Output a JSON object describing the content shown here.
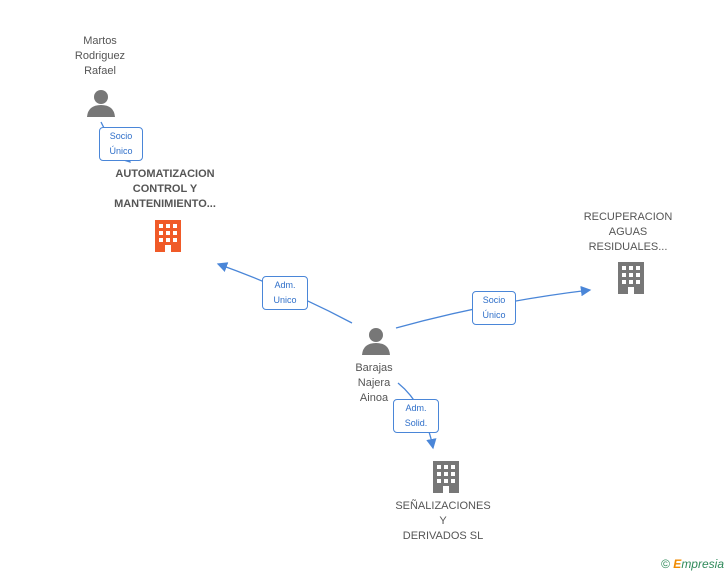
{
  "nodes": {
    "martos": {
      "lines": [
        "Martos",
        "Rodriguez",
        "Rafael"
      ],
      "icon": "person-icon"
    },
    "automatizacion": {
      "lines": [
        "AUTOMATIZACION",
        "CONTROL Y",
        "MANTENIMIENTO..."
      ],
      "icon": "building-icon",
      "color": "#f05a28"
    },
    "recuperacion": {
      "lines": [
        "RECUPERACION",
        "AGUAS",
        "RESIDUALES..."
      ],
      "icon": "building-icon",
      "color": "#777777"
    },
    "barajas": {
      "lines": [
        "Barajas",
        "Najera",
        "Ainoa"
      ],
      "icon": "person-icon"
    },
    "senalizaciones": {
      "lines": [
        "SEÑALIZACIONES",
        "Y",
        "DERIVADOS SL"
      ],
      "icon": "building-icon",
      "color": "#777777"
    }
  },
  "edges": {
    "socio_unico_1": [
      "Socio",
      "Único"
    ],
    "adm_unico": [
      "Adm.",
      "Unico"
    ],
    "socio_unico_2": [
      "Socio",
      "Único"
    ],
    "adm_solid": [
      "Adm.",
      "Solid."
    ]
  },
  "colors": {
    "edge": "#4a86d8",
    "person": "#777777"
  },
  "footer": {
    "copyright_symbol": "©",
    "brand_initial": "E",
    "brand_rest": "mpresia"
  }
}
